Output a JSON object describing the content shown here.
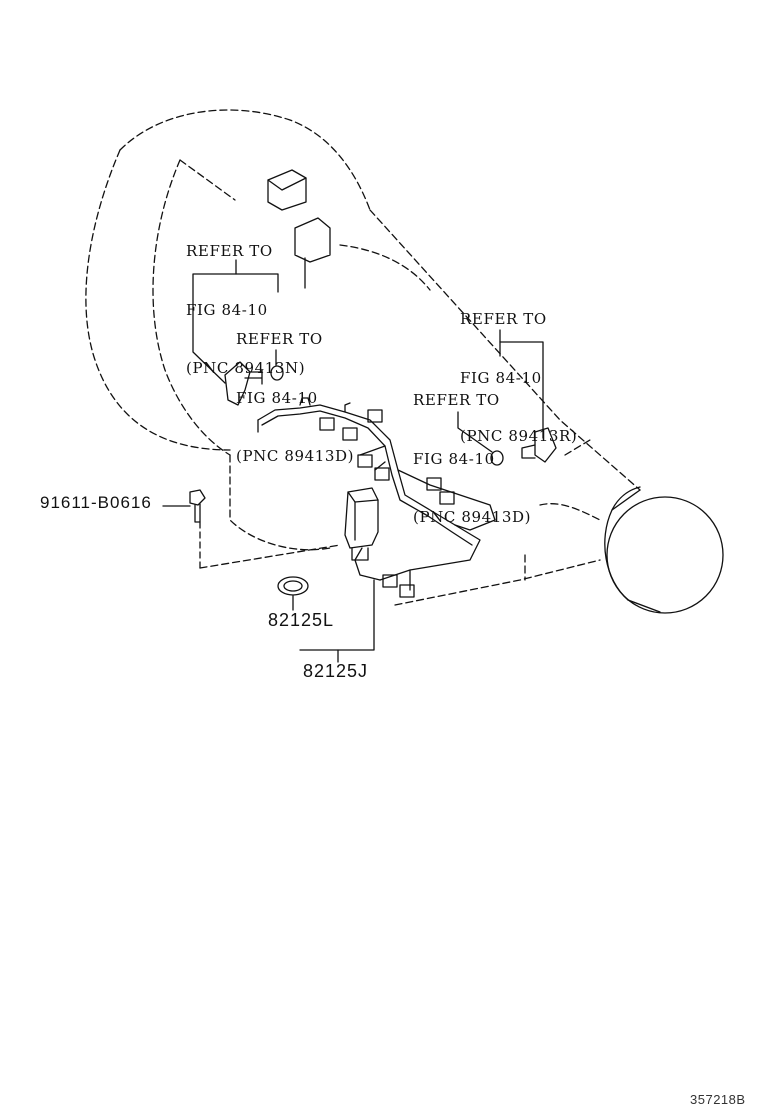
{
  "callouts": {
    "refer_n": [
      "REFER TO",
      "FIG 84-10",
      "(PNC 89413N)"
    ],
    "refer_d_left": [
      "REFER TO",
      "FIG 84-10",
      "(PNC 89413D)"
    ],
    "refer_r": [
      "REFER TO",
      "FIG 84-10",
      "(PNC 89413R)"
    ],
    "refer_d_right": [
      "REFER TO",
      "FIG 84-10",
      "(PNC 89413D)"
    ]
  },
  "parts": {
    "bolt": "91611-B0616",
    "gasket": "82125L",
    "harness": "82125J"
  },
  "figure_id": "357218B"
}
